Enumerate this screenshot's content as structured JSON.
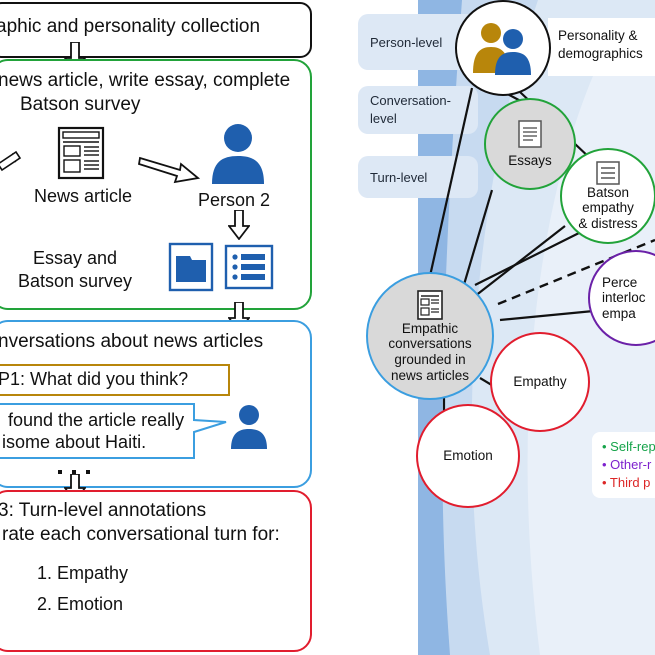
{
  "left": {
    "stage1_label": "aphic and personality collection",
    "stage2": {
      "title_line1": "news article, write essay, complete",
      "title_line2": "Batson survey",
      "news_article_label": "News article",
      "person2_label": "Person 2",
      "essay_label_line1": "Essay and",
      "essay_label_line2": "Batson survey"
    },
    "stage3": {
      "title": "nversations about news articles",
      "p1_text": "P1: What did you think?",
      "reply_line1": "found the article really",
      "reply_line2": "isome about Haiti."
    },
    "stage4": {
      "title": "3: Turn-level annotations",
      "subtitle": "rate each conversational turn for:",
      "items": [
        "1. Empathy",
        "2. Emotion"
      ]
    }
  },
  "right": {
    "levels": [
      "Person-level",
      "Conversation-\nlevel",
      "Turn-level"
    ],
    "personality_label_line1": "Personality &",
    "personality_label_line2": "demographics",
    "nodes": {
      "essays": "Essays",
      "batson_line1": "Batson",
      "batson_line2": "empathy",
      "batson_line3": "& distress",
      "conv_line1": "Empathic",
      "conv_line2": "conversations",
      "conv_line3": "grounded in",
      "conv_line4": "news articles",
      "perceived_line1": "Perce",
      "perceived_line2": "interloc",
      "perceived_line3": "empa",
      "empathy": "Empathy",
      "emotion": "Emotion"
    },
    "legend": [
      {
        "text": "• Self-rep",
        "color": "#16a34a"
      },
      {
        "text": "• Other-r",
        "color": "#7e22ce"
      },
      {
        "text": "• Third p",
        "color": "#dc2626"
      }
    ]
  },
  "colors": {
    "green": "#22a33a",
    "blue": "#3b9ee0",
    "red": "#e11d2e",
    "purple": "#6b21a8",
    "icon_blue": "#1f5fae",
    "icon_gold": "#b8860b",
    "callout_gold": "#b8860b"
  }
}
